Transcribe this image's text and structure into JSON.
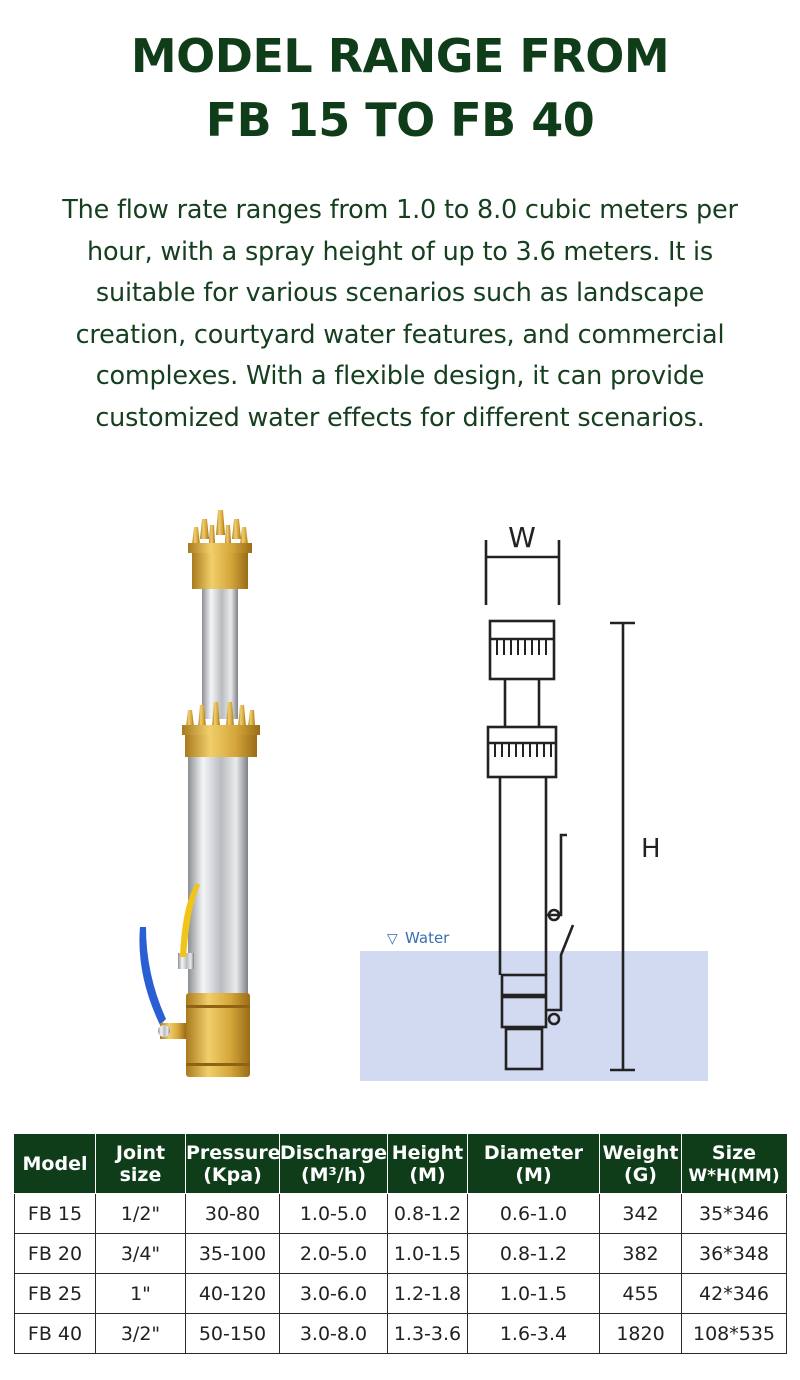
{
  "heading": {
    "line1": "MODEL RANGE FROM",
    "line2": "FB 15 TO FB 40"
  },
  "description": "The flow rate ranges from 1.0 to 8.0 cubic meters per hour, with a spray height of up to 3.6 meters. It is suitable for various scenarios such as landscape creation, courtyard water features, and commercial complexes. With a flexible design, it can provide customized water effects for different scenarios.",
  "diagram": {
    "width_label": "W",
    "height_label": "H",
    "water_label": "Water"
  },
  "colors": {
    "brand_green": "#0f3d1a",
    "text_green": "#163f1f",
    "brass": "#d4a53a",
    "valve_blue": "#2a5fd4",
    "valve_yellow": "#f0c419",
    "water": "#c9d3ee"
  },
  "table": {
    "headers": [
      [
        "Model"
      ],
      [
        "Joint",
        "size"
      ],
      [
        "Pressure",
        "(Kpa)"
      ],
      [
        "Discharge",
        "(M³/h)"
      ],
      [
        "Height",
        "(M)"
      ],
      [
        "Diameter",
        "(M)"
      ],
      [
        "Weight",
        "(G)"
      ],
      [
        "Size",
        "W*H(MM)"
      ]
    ],
    "rows": [
      [
        "FB 15",
        "1/2\"",
        "30-80",
        "1.0-5.0",
        "0.8-1.2",
        "0.6-1.0",
        "342",
        "35*346"
      ],
      [
        "FB 20",
        "3/4\"",
        "35-100",
        "2.0-5.0",
        "1.0-1.5",
        "0.8-1.2",
        "382",
        "36*348"
      ],
      [
        "FB 25",
        "1\"",
        "40-120",
        "3.0-6.0",
        "1.2-1.8",
        "1.0-1.5",
        "455",
        "42*346"
      ],
      [
        "FB 40",
        "3/2\"",
        "50-150",
        "3.0-8.0",
        "1.3-3.6",
        "1.6-3.4",
        "1820",
        "108*535"
      ]
    ]
  }
}
